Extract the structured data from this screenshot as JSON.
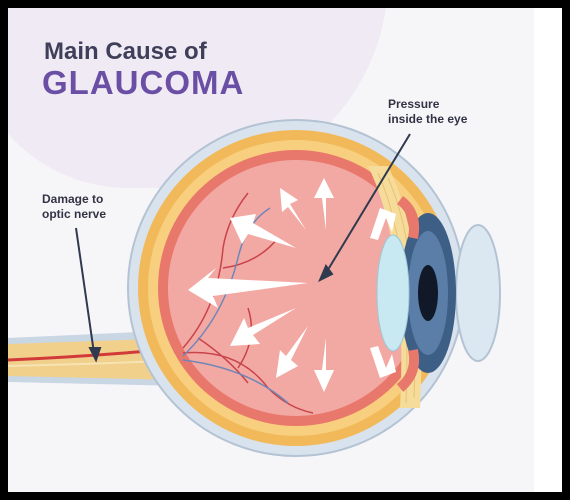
{
  "title": {
    "line1": "Main Cause of",
    "line2": "GLAUCOMA"
  },
  "labels": {
    "pressure_line1": "Pressure",
    "pressure_line2": "inside the eye",
    "damage_line1": "Damage to",
    "damage_line2": "optic nerve"
  },
  "colors": {
    "title_dark": "#3f3f5a",
    "title_accent": "#6a4fa5",
    "sclera": "#f2b95a",
    "interior": "#f3a9a3",
    "iris": "#3d5f86",
    "nerve": "#f1d08b"
  }
}
